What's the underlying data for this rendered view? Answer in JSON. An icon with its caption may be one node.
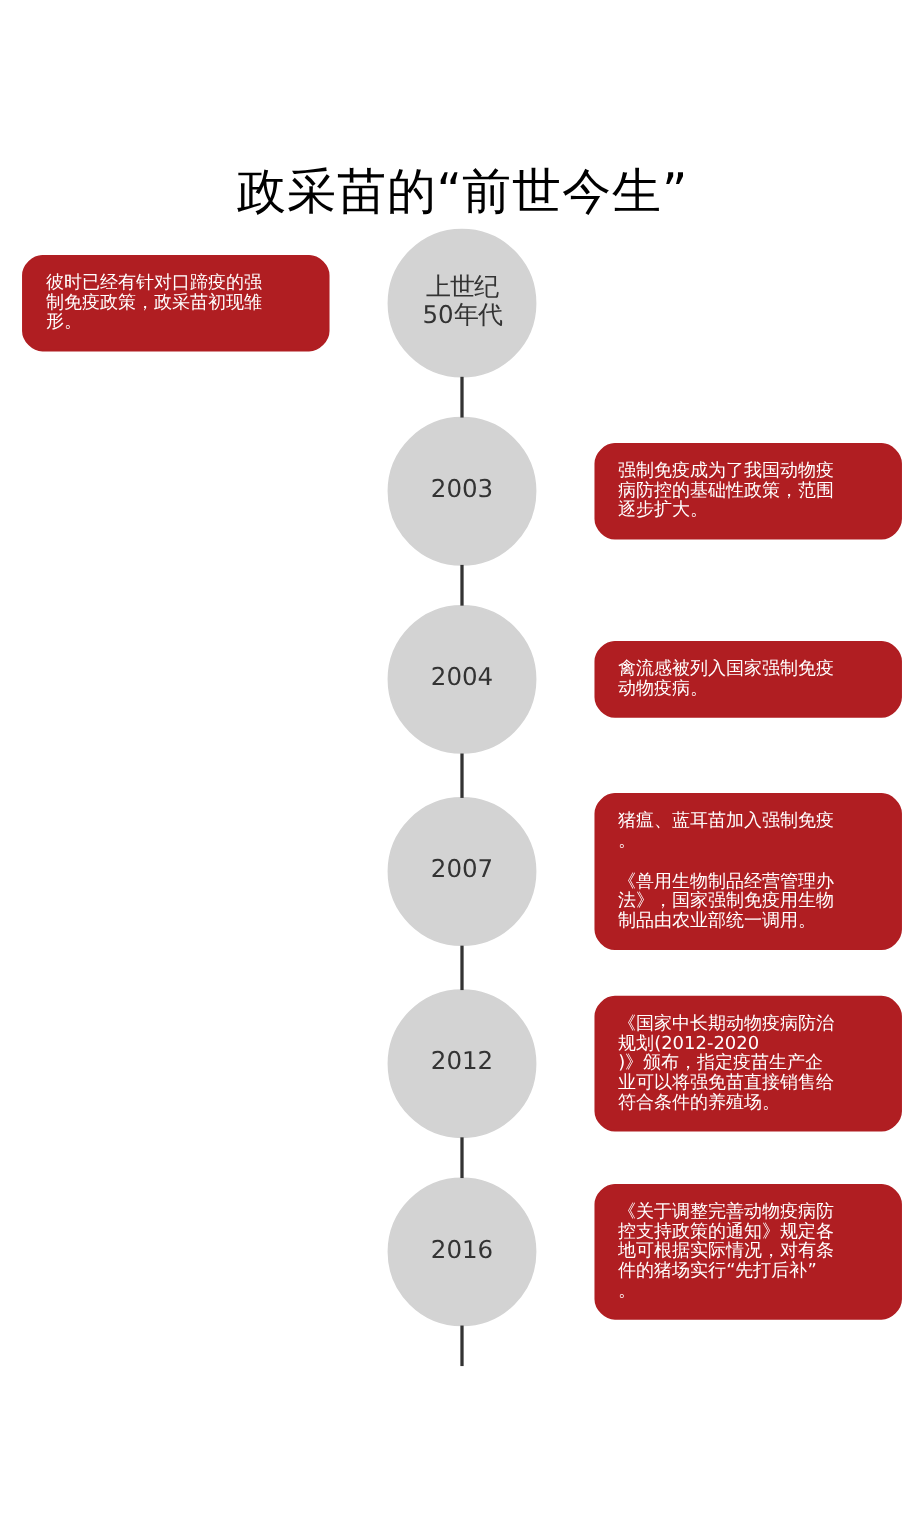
{
  "diagram": {
    "title": "政采苗的“前世今生”",
    "nodes": [
      {
        "text": [
          "彼时已经有针对口蹄疫的强制免疫政策，政采苗初现雏形。"
        ]
      },
      {
        "text": [
          "上世纪 50年代"
        ]
      },
      {
        "text": [
          "2003"
        ]
      },
      {
        "text": [
          "强制免疫成为了我国动物疫病防控的基础性政策，范围逐步扩大。"
        ]
      },
      {
        "text": [
          "禽流感被列入国家强制免疫动物疫病。"
        ]
      },
      {
        "text": [
          "2004"
        ]
      },
      {
        "text": [
          "2007"
        ]
      },
      {
        "text": [
          "猪瘟、蓝耳苗加入强制免疫。",
          "《兽用生物制品经营管理办法》，国家强制免疫用生物制品由农业部统一调用。"
        ]
      },
      {
        "text": [
          "《国家中长期动物疫病防治规划(2012-2020)》颁布，指定疫苗生产企业可以将强免苗直接销售给符合条件的养殖场。"
        ]
      },
      {
        "text": [
          "2012"
        ]
      },
      {
        "text": [
          "2016"
        ]
      },
      {
        "text": [
          "《关于调整完善动物疫病防控支持政策的通知》规定各地可根据实际情况，对有条件的猪场实行“先打后补”。"
        ]
      }
    ],
    "edges": [
      {
        "from": 1,
        "to": 2,
        "arrow": "none"
      },
      {
        "from": 2,
        "to": 5,
        "arrow": "none"
      },
      {
        "from": 5,
        "to": 6,
        "arrow": "none"
      },
      {
        "from": 6,
        "to": 9,
        "arrow": "none"
      },
      {
        "from": 9,
        "to": 10,
        "arrow": "none"
      },
      {
        "from": 10,
        "to": null,
        "arrow": "none"
      }
    ]
  }
}
